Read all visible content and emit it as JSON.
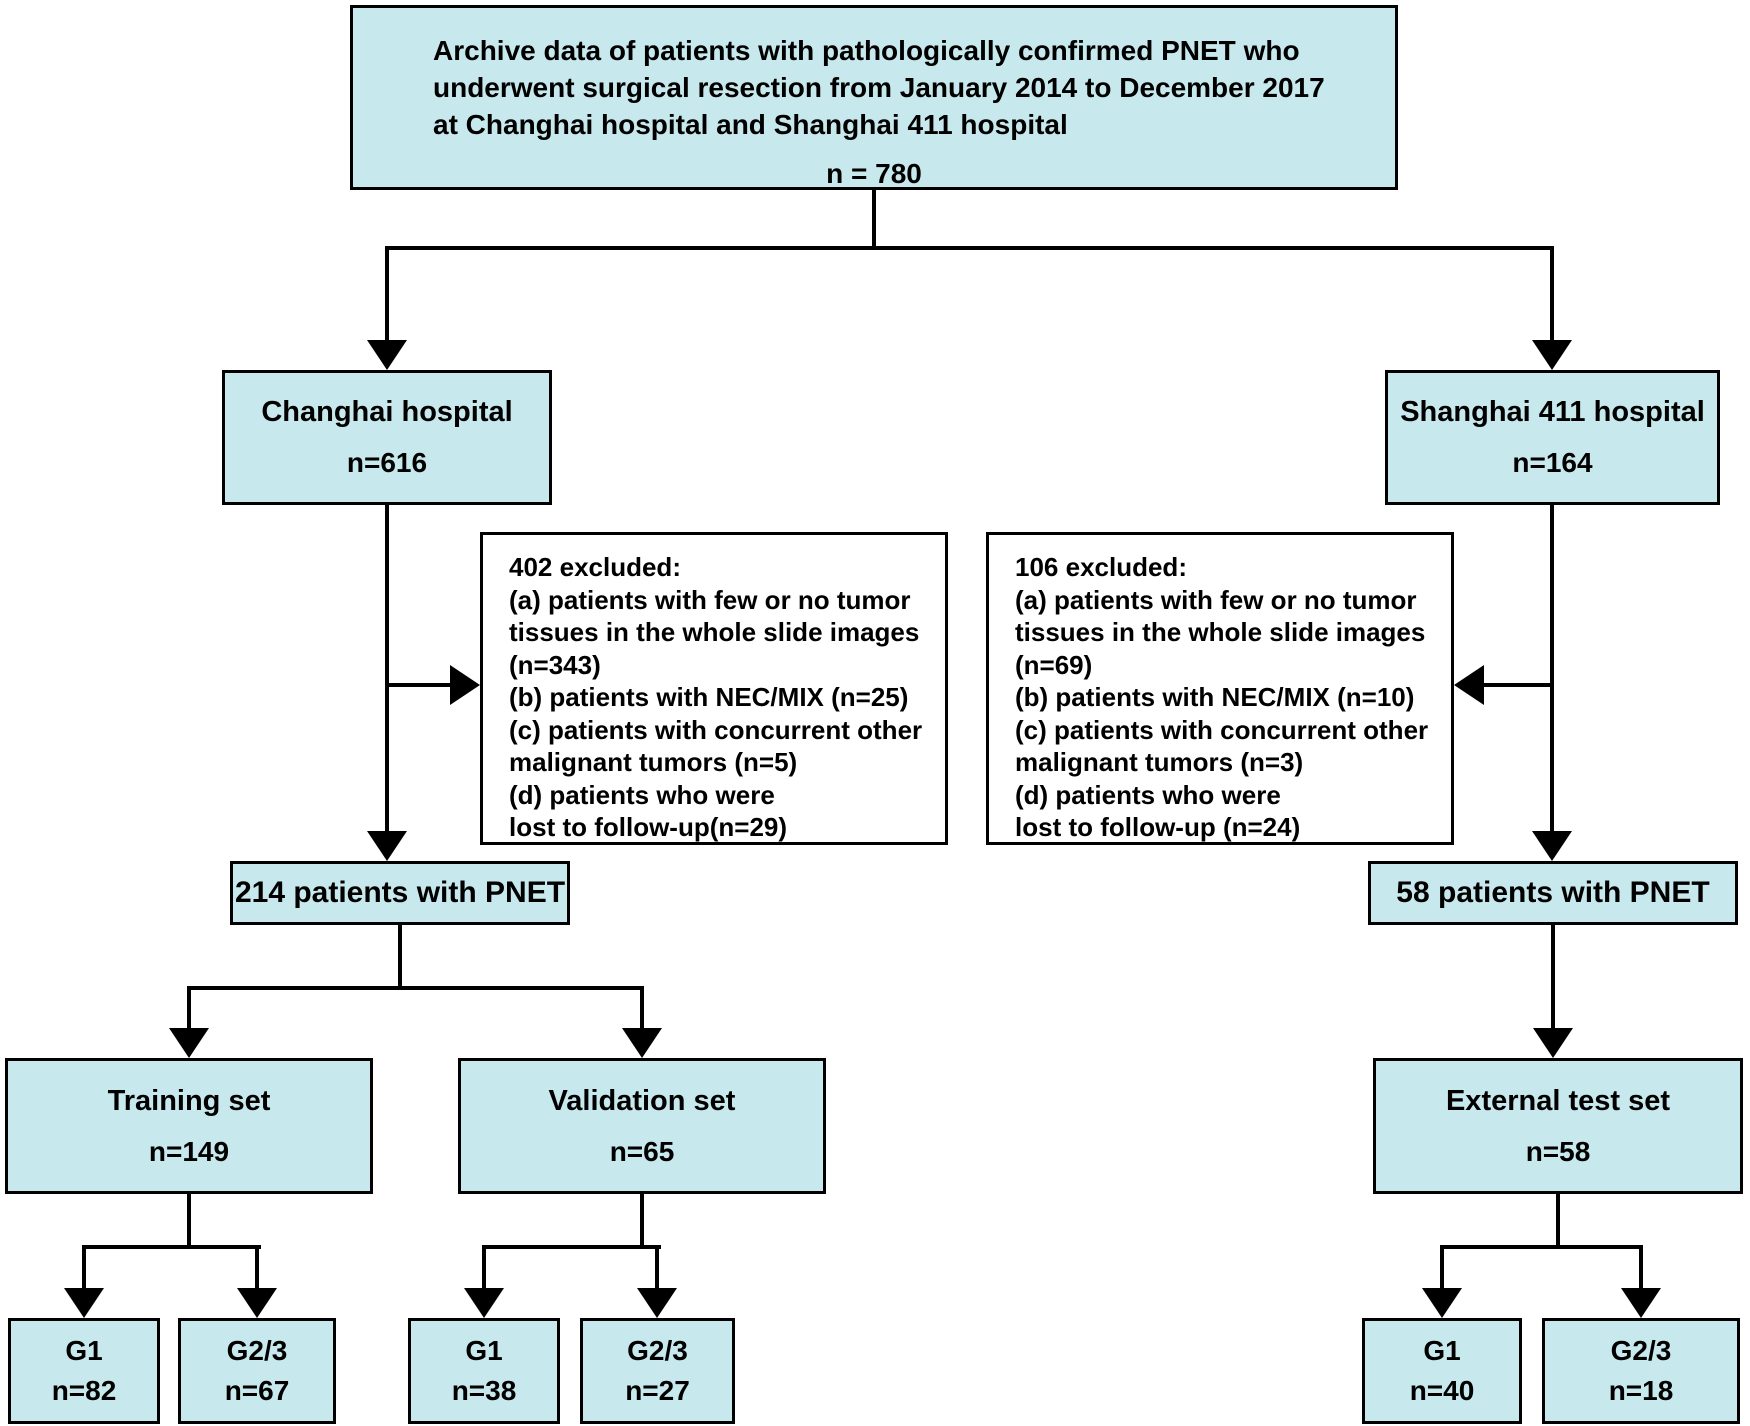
{
  "colors": {
    "box_fill": "#c7e8ec",
    "box_border": "#000000",
    "exclusion_fill": "#ffffff",
    "connector": "#000000",
    "text": "#000000",
    "page_background": "#ffffff"
  },
  "nodes": {
    "source": {
      "title": "Archive data of patients with pathologically confirmed PNET who\nunderwent surgical resection from January 2014 to December 2017\nat Changhai hospital and Shanghai 411 hospital",
      "count": "n = 780"
    },
    "changhai": {
      "label": "Changhai hospital",
      "count": "n=616"
    },
    "shanghai": {
      "label": "Shanghai 411 hospital",
      "count": "n=164"
    },
    "excluded_changhai": {
      "text": "402 excluded:\n(a) patients with few or no tumor\ntissues in the whole slide images\n(n=343)\n(b) patients with NEC/MIX (n=25)\n(c) patients with concurrent other\nmalignant tumors (n=5)\n(d) patients who were\nlost to follow-up(n=29)"
    },
    "excluded_shanghai": {
      "text": "106 excluded:\n(a) patients with few or no tumor\ntissues in the whole slide images\n(n=69)\n(b) patients with NEC/MIX (n=10)\n(c) patients with concurrent other\nmalignant tumors (n=3)\n(d) patients who were\nlost to follow-up (n=24)"
    },
    "pnet_changhai": {
      "label": "214 patients with PNET"
    },
    "pnet_shanghai": {
      "label": "58 patients with PNET"
    },
    "training": {
      "label": "Training set",
      "count": "n=149"
    },
    "validation": {
      "label": "Validation set",
      "count": "n=65"
    },
    "external": {
      "label": "External test set",
      "count": "n=58"
    },
    "training_g1": {
      "label": "G1",
      "count": "n=82"
    },
    "training_g23": {
      "label": "G2/3",
      "count": "n=67"
    },
    "validation_g1": {
      "label": "G1",
      "count": "n=38"
    },
    "validation_g23": {
      "label": "G2/3",
      "count": "n=27"
    },
    "external_g1": {
      "label": "G1",
      "count": "n=40"
    },
    "external_g23": {
      "label": "G2/3",
      "count": "n=18"
    }
  }
}
